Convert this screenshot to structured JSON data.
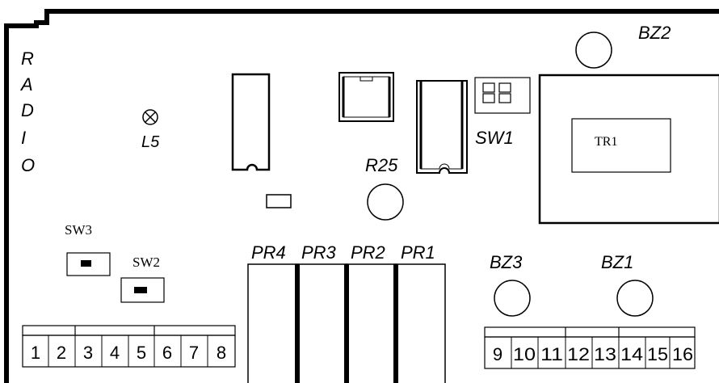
{
  "radio_label": [
    "R",
    "A",
    "D",
    "I",
    "O"
  ],
  "components": {
    "l5": "L5",
    "r25": "R25",
    "sw1": "SW1",
    "sw2": "SW2",
    "sw3": "SW3",
    "tr1": "TR1",
    "bz1": "BZ1",
    "bz2": "BZ2",
    "bz3": "BZ3",
    "pr1": "PR1",
    "pr2": "PR2",
    "pr3": "PR3",
    "pr4": "PR4"
  },
  "terminals_left": [
    "1",
    "2",
    "3",
    "4",
    "5",
    "6",
    "7",
    "8"
  ],
  "terminals_right": [
    "9",
    "10",
    "11",
    "12",
    "13",
    "14",
    "15",
    "16"
  ],
  "colors": {
    "line": "#000000",
    "background": "#ffffff"
  }
}
